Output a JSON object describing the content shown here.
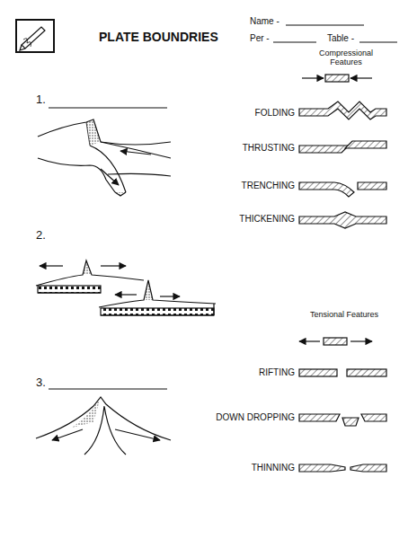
{
  "diagram": {
    "title": "PLATE BOUNDRIES",
    "labels": [
      "Name -",
      "Per -",
      "Table -",
      "Compressional Features",
      "1.",
      "FOLDING",
      "THRUSTING",
      "TRENCHING",
      "THICKENING",
      "2.",
      "Tensional Features",
      "RIFTING",
      "3.",
      "DOWN DROPPING",
      "THINNING"
    ]
  }
}
